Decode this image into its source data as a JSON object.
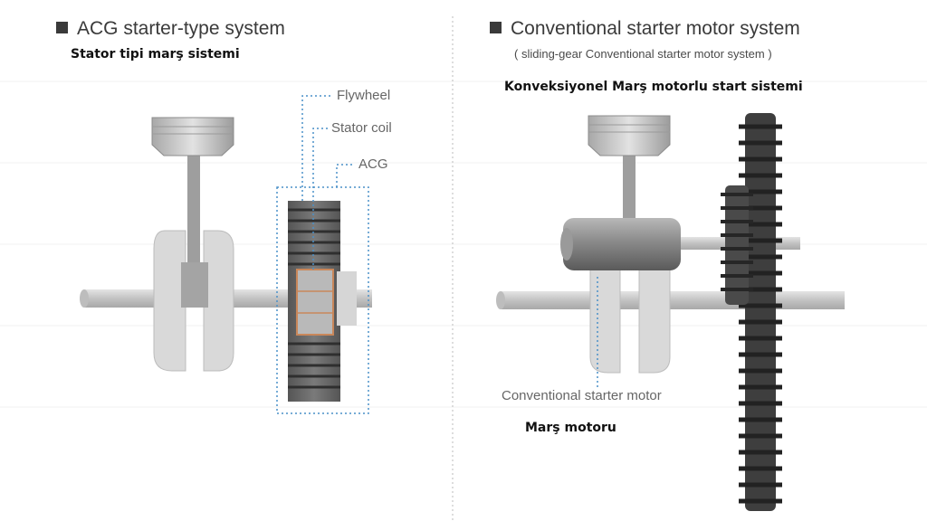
{
  "left": {
    "title": "ACG starter-type system",
    "translation": "Stator tipi marş sistemi",
    "labels": {
      "flywheel": "Flywheel",
      "stator_coil": "Stator coil",
      "acg": "ACG"
    }
  },
  "right": {
    "title": "Conventional starter motor system",
    "subtitle": "( sliding-gear Conventional starter motor system )",
    "translation": "Konveksiyonel Marş motorlu start  sistemi",
    "labels": {
      "starter_motor": "Conventional starter motor",
      "starter_motor_tr": "Marş motoru"
    }
  },
  "colors": {
    "callout": "#4a90c8",
    "metal": "#c8c8c8",
    "dark_gear": "#4a4a4a"
  }
}
